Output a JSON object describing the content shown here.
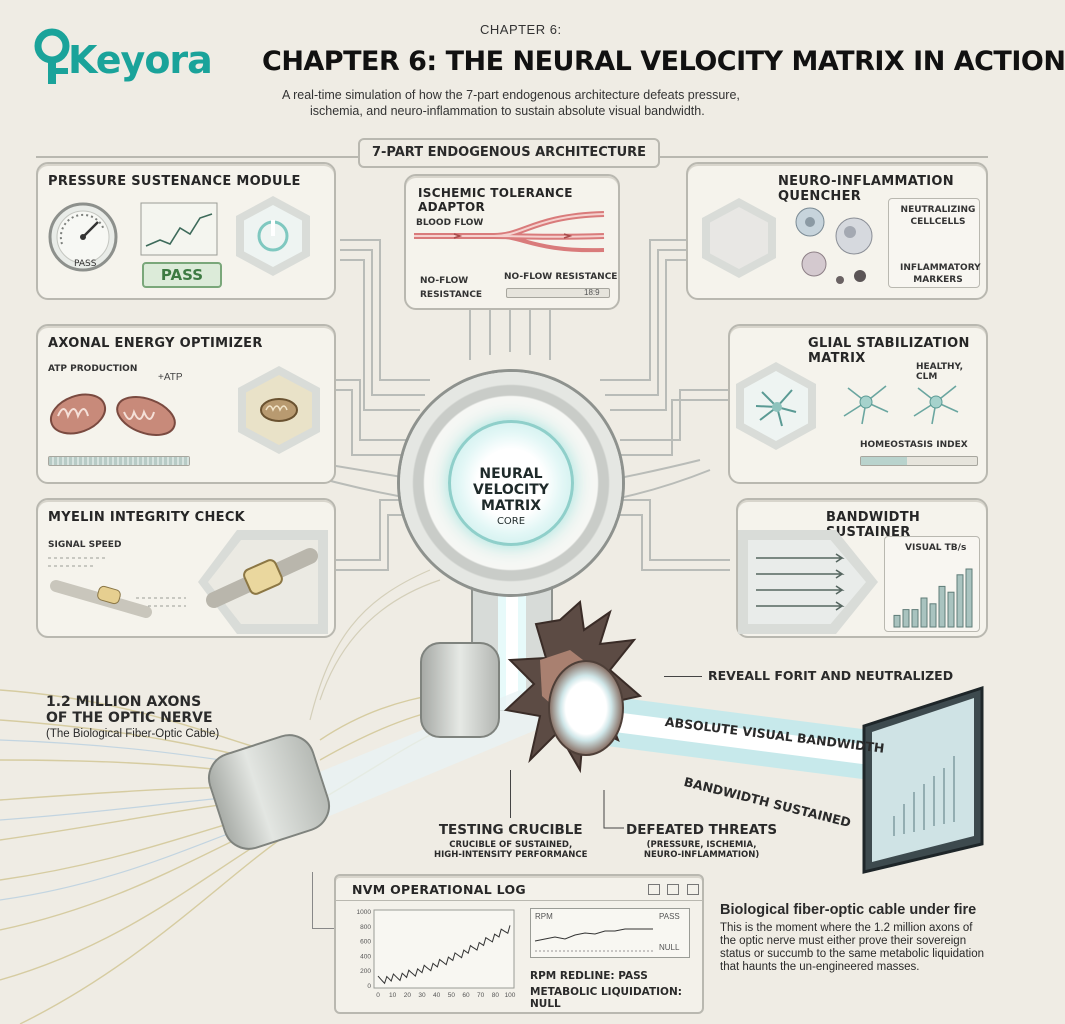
{
  "brand": {
    "name": "Keyora",
    "color": "#1aa39a"
  },
  "header": {
    "kicker": "CHAPTER 6:",
    "title": "CHAPTER 6: THE NEURAL VELOCITY MATRIX IN ACTION",
    "subtitle_line1": "A real-time simulation of how the 7-part endogenous architecture defeats pressure,",
    "subtitle_line2": "ischemia, and neuro-inflammation to sustain absolute visual bandwidth."
  },
  "architecture_label": "7-PART ENDOGENOUS ARCHITECTURE",
  "modules": {
    "pressure": {
      "title": "PRESSURE SUSTENANCE MODULE",
      "gauge_label": "PASS",
      "status": "PASS"
    },
    "ischemic": {
      "title": "ISCHEMIC TOLERANCE ADAPTOR",
      "blood_flow": "BLOOD FLOW",
      "noflow_left": "NO-FLOW RESISTANCE",
      "noflow_right": "NO-FLOW RESISTANCE",
      "meter_value": "18:9"
    },
    "neuro": {
      "title": "NEURO-INFLAMMATION QUENCHER",
      "label1": "NEUTRALIZING CELLCELLS",
      "label2": "INFLAMMATORY MARKERS"
    },
    "axonal": {
      "title": "AXONAL ENERGY OPTIMIZER",
      "atp": "ATP PRODUCTION",
      "plus_atp": "+ATP"
    },
    "glial": {
      "title": "GLIAL STABILIZATION MATRIX",
      "healthy": "HEALTHY, CLM",
      "index": "HOMEOSTASIS INDEX"
    },
    "myelin": {
      "title": "MYELIN INTEGRITY CHECK",
      "signal": "SIGNAL SPEED"
    },
    "bandwidth": {
      "title": "BANDWIDTH SUSTAINER",
      "unit": "VISUAL TB/s",
      "bars": [
        2,
        3,
        3,
        5,
        4,
        7,
        6,
        9,
        10
      ]
    }
  },
  "core": {
    "line1": "NEURAL",
    "line2": "VELOCITY",
    "line3": "MATRIX",
    "line4": "CORE"
  },
  "callouts": {
    "revealed": "REVEALL FORIT AND NEUTRALIZED",
    "absolute": "ABSOLUTE VISUAL BANDWIDTH",
    "sustained": "BANDWIDTH SUSTAINED",
    "axons_line1": "1.2 MILLION AXONS",
    "axons_line2": "OF THE OPTIC NERVE",
    "axons_sub": "(The Biological Fiber-Optic Cable)",
    "crucible_title": "TESTING CRUCIBLE",
    "crucible_sub1": "CRUCIBLE OF SUSTAINED,",
    "crucible_sub2": "HIGH-INTENSITY PERFORMANCE",
    "threats_title": "DEFEATED THREATS",
    "threats_sub1": "(PRESSURE, ISCHEMIA,",
    "threats_sub2": "NEURO-INFLAMMATION)"
  },
  "log": {
    "title": "NVM OPERATIONAL LOG",
    "y_ticks": [
      "1000",
      "800",
      "600",
      "400",
      "200",
      "0"
    ],
    "x_ticks": [
      "0",
      "10",
      "20",
      "30",
      "40",
      "50",
      "60",
      "70",
      "80",
      "100"
    ],
    "rpm": "RPM",
    "pass": "PASS",
    "null": "NULL",
    "status1": "RPM REDLINE: PASS",
    "status2": "METABOLIC LIQUIDATION: NULL"
  },
  "sidebar": {
    "title": "Biological fiber-optic cable under fire",
    "body1": "This is the moment where the 1.2 million axons of",
    "body2": "the optic nerve must either prove their sovereign",
    "body3": "status or succumb to the same metabolic liquidation",
    "body4": "that haunts the un-engineered masses."
  }
}
